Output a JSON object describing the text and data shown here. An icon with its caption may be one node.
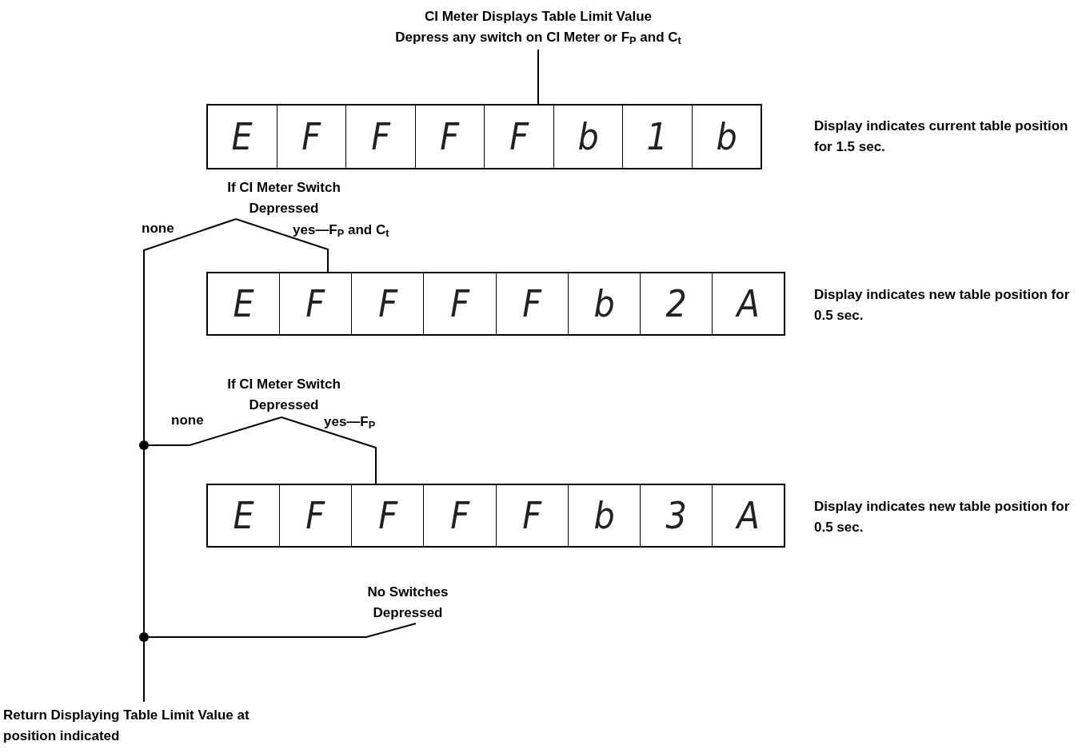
{
  "diagram": {
    "nodes": [
      {
        "text": [
          "CI Meter Displays Table Limit Value",
          "Depress any switch on CI Meter or F$_{P}$ and C$_{t}$"
        ]
      },
      {
        "text": [
          "E",
          "F",
          "F",
          "F",
          "F",
          "b",
          "1",
          "b"
        ],
        "beside": [
          "Display indicates current table position for 1.5 sec."
        ]
      },
      {
        "text": [
          "If CI Meter Switch Depressed"
        ]
      },
      {
        "text": [
          "E",
          "F",
          "F",
          "F",
          "F",
          "b",
          "2",
          "A"
        ],
        "beside": [
          "Display indicates new table position for 0.5 sec."
        ]
      },
      {
        "text": [
          "If CI Meter Switch Depressed"
        ]
      },
      {
        "text": [],
        "shape": "circle"
      },
      {
        "text": [
          "E",
          "F",
          "F",
          "F",
          "F",
          "b",
          "3",
          "A"
        ],
        "beside": [
          "Display indicates new table position for 0.5 sec."
        ]
      },
      {
        "text": [],
        "shape": "circle"
      },
      {
        "text": [
          "No Switches Depressed"
        ]
      },
      {
        "text": [
          "Return Displaying Table Limit Value at position indicated"
        ]
      }
    ],
    "edges": [
      {
        "from": 0,
        "to": 1,
        "arrow": "none"
      },
      {
        "from": 2,
        "to": 3,
        "arrow": "none",
        "label": "yes—F$_{P}$ and C$_{t}$"
      },
      {
        "from": 2,
        "to": 5,
        "arrow": "none",
        "label": "none"
      },
      {
        "from": 4,
        "to": 6,
        "arrow": "none",
        "label": "yes—F$_{P}$"
      },
      {
        "from": 4,
        "to": 5,
        "arrow": "none",
        "label": "none"
      },
      {
        "from": 5,
        "to": 7,
        "arrow": "none"
      },
      {
        "from": 8,
        "to": 7,
        "arrow": "none"
      },
      {
        "from": 7,
        "to": 9,
        "arrow": "none"
      }
    ]
  }
}
